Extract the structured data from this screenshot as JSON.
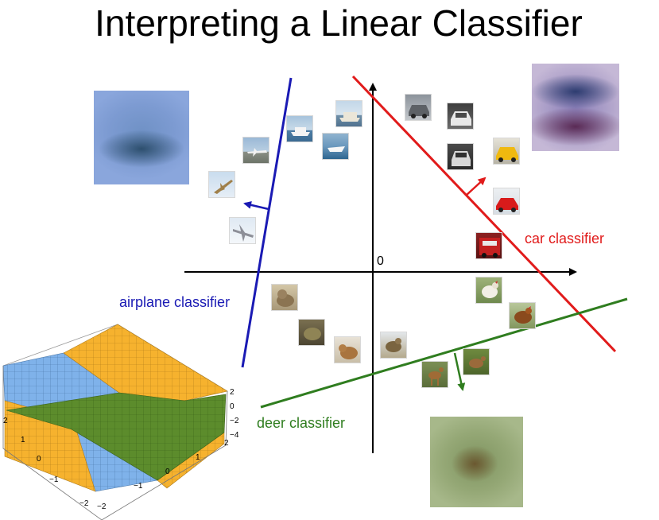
{
  "title": "Interpreting a Linear Classifier",
  "axis": {
    "origin_label": "0"
  },
  "classifiers": {
    "airplane": {
      "label": "airplane classifier",
      "color": "#1a1ab4"
    },
    "car": {
      "label": "car classifier",
      "color": "#e11b1b"
    },
    "deer": {
      "label": "deer classifier",
      "color": "#2f7d1f"
    }
  },
  "plot3d": {
    "z_ticks": [
      "2",
      "0",
      "−2",
      "−4"
    ],
    "left_ticks": [
      "2",
      "1",
      "0",
      "−1",
      "−2"
    ],
    "bottom_ticks": [
      "−2",
      "−1",
      "0",
      "1",
      "2"
    ],
    "colors": {
      "orange": "#f6b22e",
      "blue": "#7fb2ea",
      "green": "#5c8c2c"
    }
  }
}
